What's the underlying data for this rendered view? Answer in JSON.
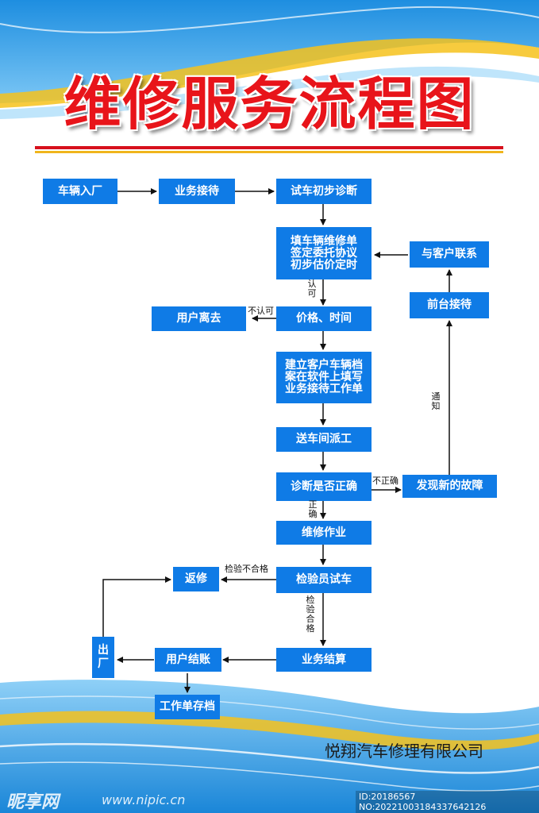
{
  "title": "维修服务流程图",
  "company": "悦翔汽车修理有限公司",
  "watermark": {
    "logo": "昵享网",
    "url": "www.nipic.cn",
    "id": "ID:20186567 NO:20221003184337642126"
  },
  "colors": {
    "title": "#e8141a",
    "box": "#0f7be6",
    "rule_red": "#d7111c",
    "rule_yellow": "#f0b51d"
  },
  "nodes": {
    "vehicle_entry": "车辆入厂",
    "reception": "业务接待",
    "test_drive": "试车初步诊断",
    "fill_order": [
      "填车辆维修单",
      "签定委托协议",
      "初步估价定时"
    ],
    "price_time": "价格、时间",
    "user_leave": "用户离去",
    "create_file": [
      "建立客户车辆档",
      "案在软件上填写",
      "业务接待工作单"
    ],
    "dispatch": "送车间派工",
    "diagnosis_check": "诊断是否正确",
    "repair_work": "维修作业",
    "inspector_test": "检验员试车",
    "business_settle": "业务结算",
    "user_checkout": "用户结账",
    "work_archive": "工作单存档",
    "rework": "返修",
    "exit_factory": "出厂",
    "new_fault": "发现新的故障",
    "front_desk": "前台接待",
    "contact_customer": "与客户联系"
  },
  "edge_labels": {
    "approve": "认可",
    "not_approve": "不认可",
    "incorrect": "不正确",
    "correct": "正确",
    "notify": "通知",
    "inspect_fail": "检验不合格",
    "inspect_pass": "检验合格"
  }
}
